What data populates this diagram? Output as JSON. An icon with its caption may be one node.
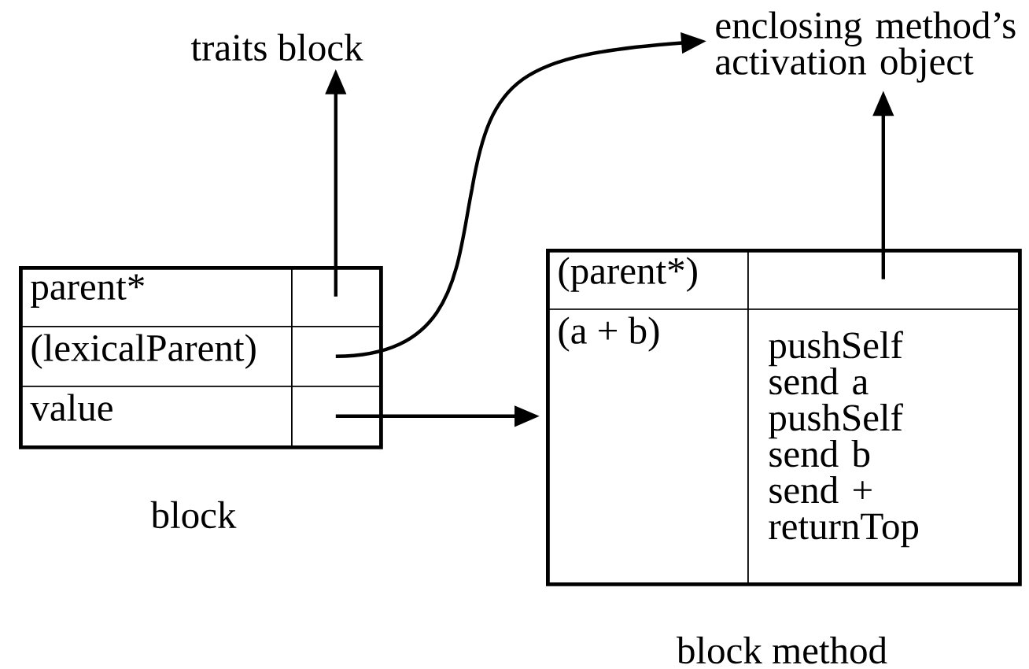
{
  "diagram": {
    "nodes": [
      {
        "text": [],
        "shape": "box",
        "beside": [
          "block"
        ]
      },
      {
        "text": [
          "parent*"
        ],
        "in": 0
      },
      {
        "text": [],
        "shape": "box",
        "in": 0
      },
      {
        "text": [
          "(lexicalParent)"
        ],
        "in": 0
      },
      {
        "text": [],
        "shape": "box",
        "in": 0
      },
      {
        "text": [
          "value"
        ],
        "in": 0
      },
      {
        "text": [],
        "shape": "box",
        "in": 0
      },
      {
        "text": [
          "traits block"
        ]
      },
      {
        "text": [
          "enclosing method’s activation object"
        ]
      },
      {
        "text": [],
        "shape": "box",
        "beside": [
          "block method"
        ]
      },
      {
        "text": [
          "(parent*)"
        ],
        "in": 9
      },
      {
        "text": [],
        "shape": "box",
        "in": 9
      },
      {
        "text": [
          "(a + b)"
        ],
        "in": 9
      },
      {
        "text": [
          "pushSelf send a pushSelf send b send + returnTop"
        ],
        "in": 9
      }
    ],
    "edges": [
      {
        "from": 2,
        "to": 7,
        "arrow": "to"
      },
      {
        "from": 4,
        "to": 8,
        "arrow": "to"
      },
      {
        "from": 6,
        "to": 9,
        "arrow": "to"
      },
      {
        "from": 11,
        "to": 8,
        "arrow": "to"
      }
    ]
  }
}
